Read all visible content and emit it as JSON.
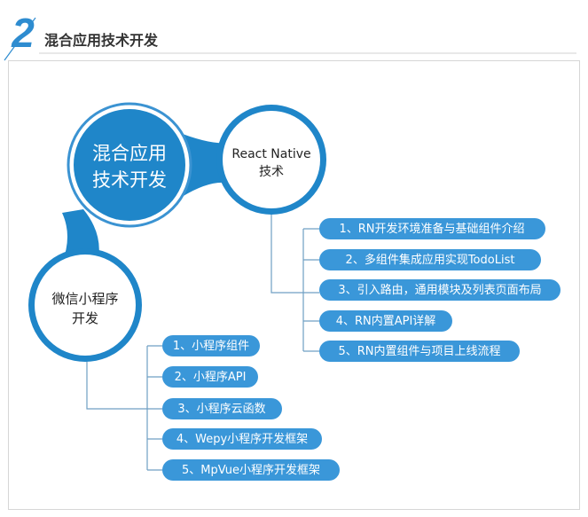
{
  "header": {
    "number": "2",
    "title": "混合应用技术开发"
  },
  "colors": {
    "accent": "#2e8cd0",
    "node_fill": "#1f86c9",
    "node_ring": "#3b93d2",
    "pill_fill": "#3a97d9",
    "line": "#6f9fc3",
    "header_text": "#333333"
  },
  "diagram": {
    "central_node": {
      "line1": "混合应用",
      "line2": "技术开发"
    },
    "rn_node": {
      "line1": "React Native",
      "line2": "技术"
    },
    "mp_node": {
      "line1": "微信小程序",
      "line2": "开发"
    },
    "rn_items": [
      "1、RN开发环境准备与基础组件介绍",
      "2、多组件集成应用实现TodoList",
      "3、引入路由，通用模块及列表页面布局",
      "4、RN内置API详解",
      "5、RN内置组件与项目上线流程"
    ],
    "mp_items": [
      "1、小程序组件",
      "2、小程序API",
      "3、小程序云函数",
      "4、Wepy小程序开发框架",
      "5、MpVue小程序开发框架"
    ]
  }
}
